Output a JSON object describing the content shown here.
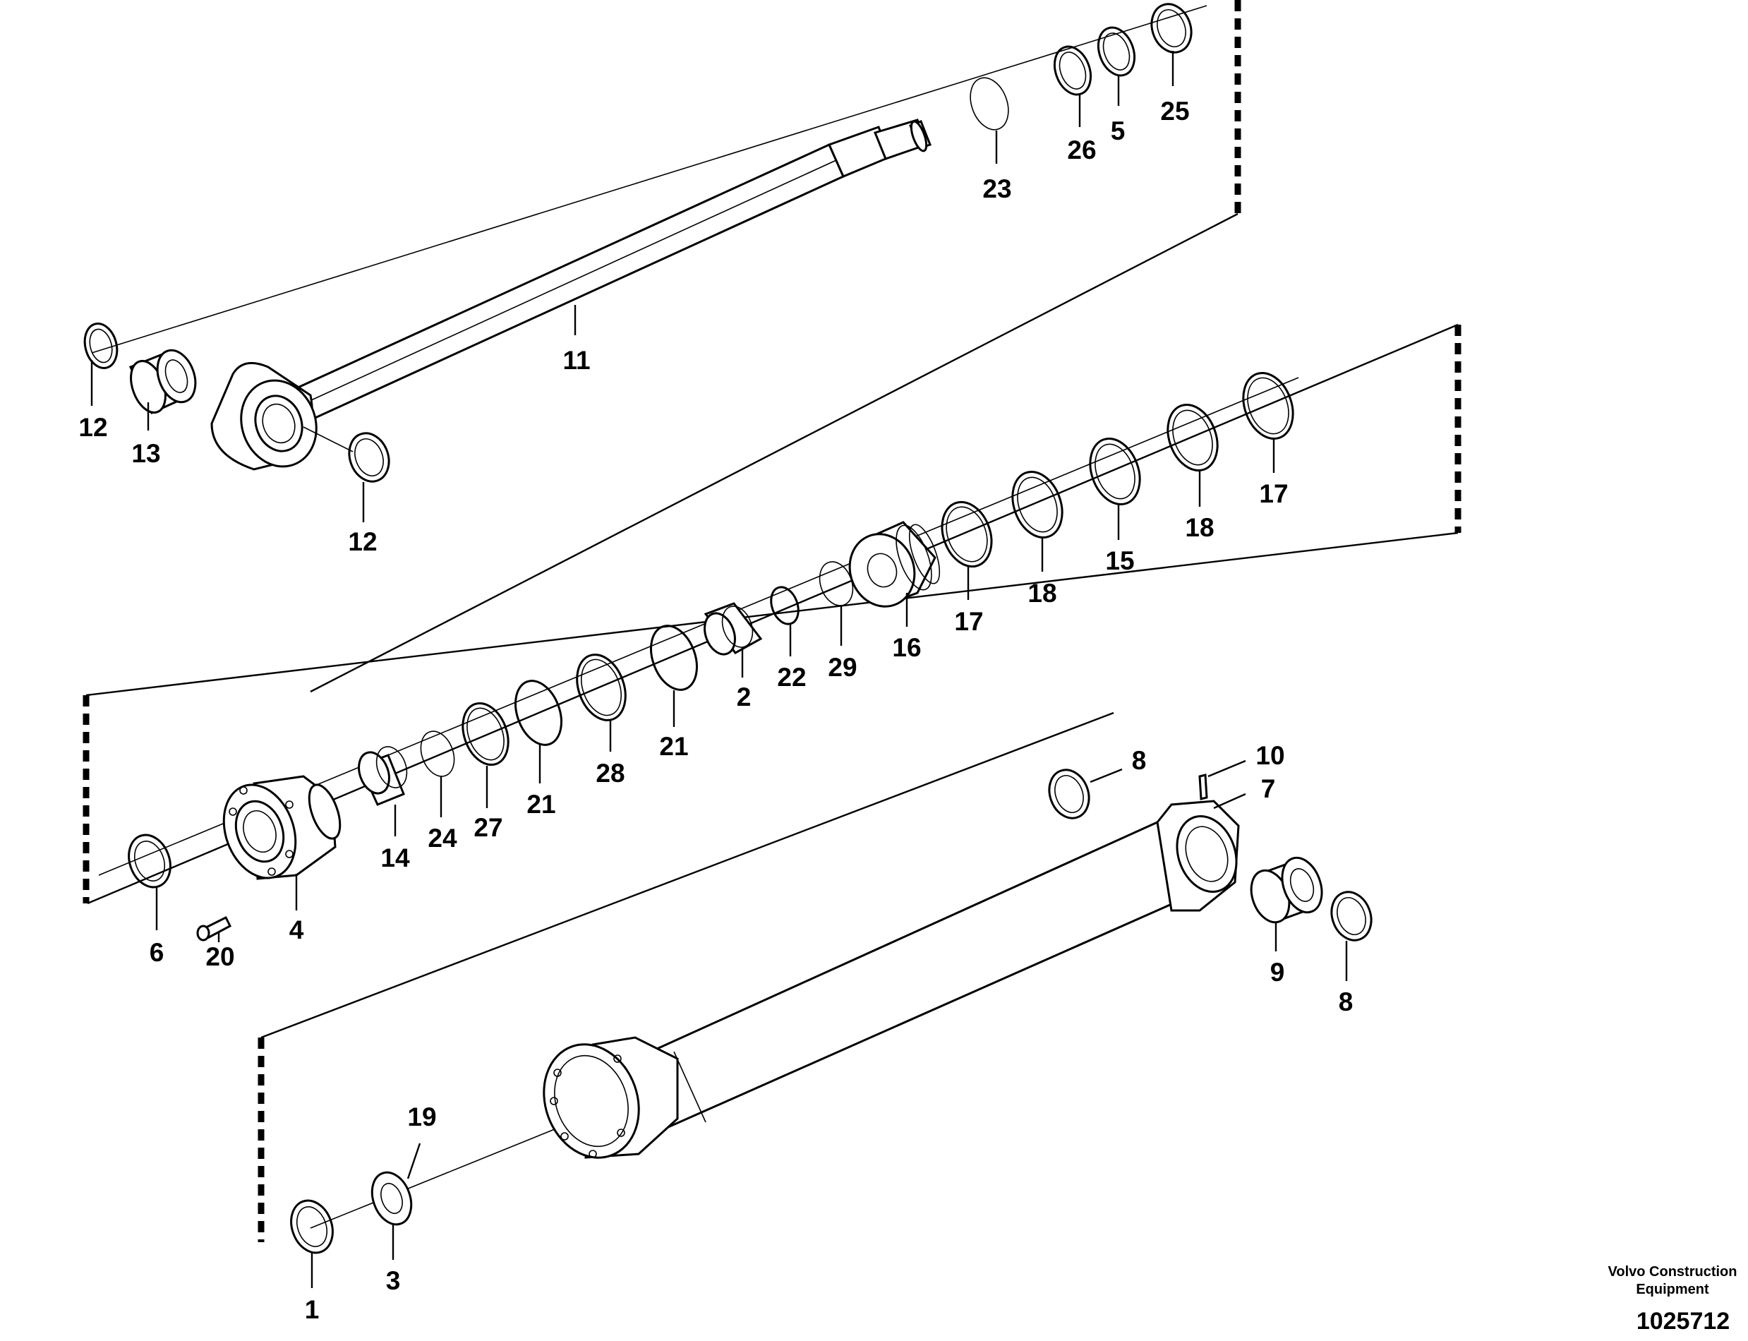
{
  "callouts": {
    "c1": "1",
    "c2": "2",
    "c3": "3",
    "c4": "4",
    "c5": "5",
    "c6": "6",
    "c7": "7",
    "c8": "8",
    "c9": "9",
    "c10": "10",
    "c11": "11",
    "c12": "12",
    "c13": "13",
    "c14": "14",
    "c15": "15",
    "c16": "16",
    "c17": "17",
    "c18": "18",
    "c19": "19",
    "c20": "20",
    "c21": "21",
    "c22": "22",
    "c23": "23",
    "c24": "24",
    "c25": "25",
    "c26": "26",
    "c27": "27",
    "c28": "28",
    "c29": "29"
  },
  "footer": {
    "company": "Volvo Construction Equipment",
    "drawing_number": "1025712"
  }
}
